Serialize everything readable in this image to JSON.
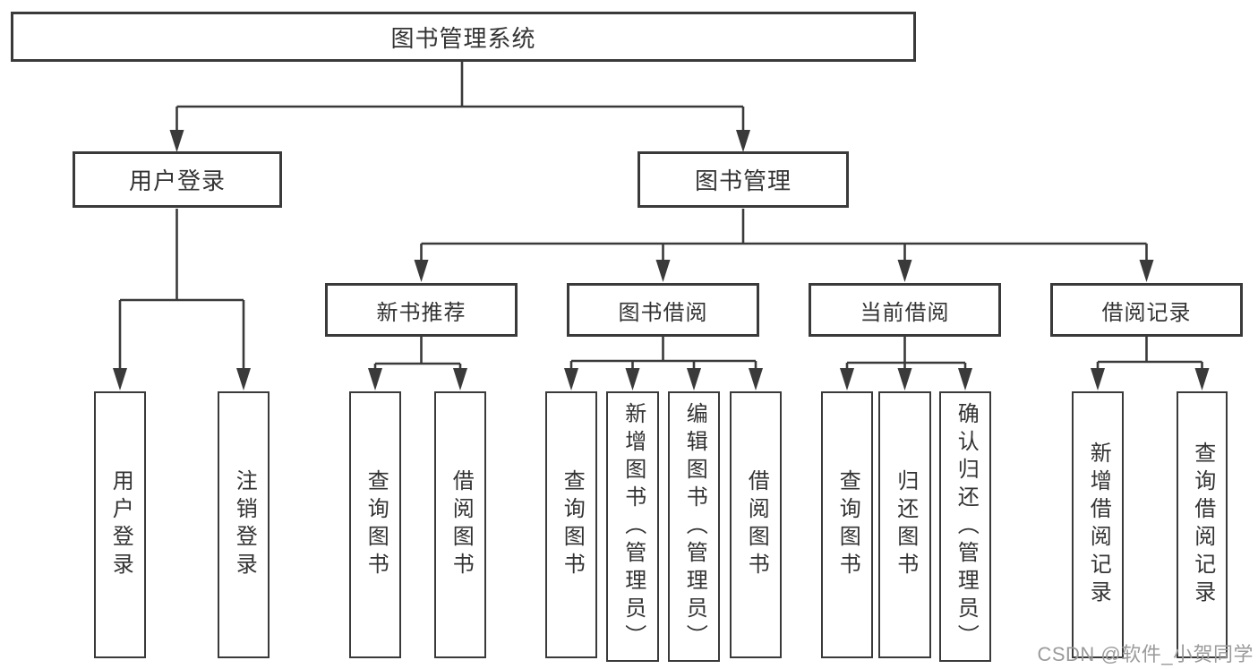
{
  "diagram": {
    "root": "图书管理系统",
    "level2": {
      "user_login": "用户登录",
      "book_mgmt": "图书管理"
    },
    "level3": {
      "new_book": "新书推荐",
      "borrow": "图书借阅",
      "current": "当前借阅",
      "records": "借阅记录"
    },
    "leaves": {
      "login": [
        "用户登录",
        "注销登录"
      ],
      "new_book": [
        "查询图书",
        "借阅图书"
      ],
      "borrow": [
        "查询图书",
        "新增图书（管理员）",
        "编辑图书（管理员）",
        "借阅图书"
      ],
      "current": [
        "查询图书",
        "归还图书",
        "确认归还（管理员）"
      ],
      "records": [
        "新增借阅记录",
        "查询借阅记录"
      ]
    }
  },
  "watermark": "CSDN @软件_小贺同学",
  "colors": {
    "line": "#3a3a3a",
    "box_border": "#3a3a3a",
    "text": "#333333",
    "watermark": "#9b9b9b",
    "background": "#ffffff"
  }
}
